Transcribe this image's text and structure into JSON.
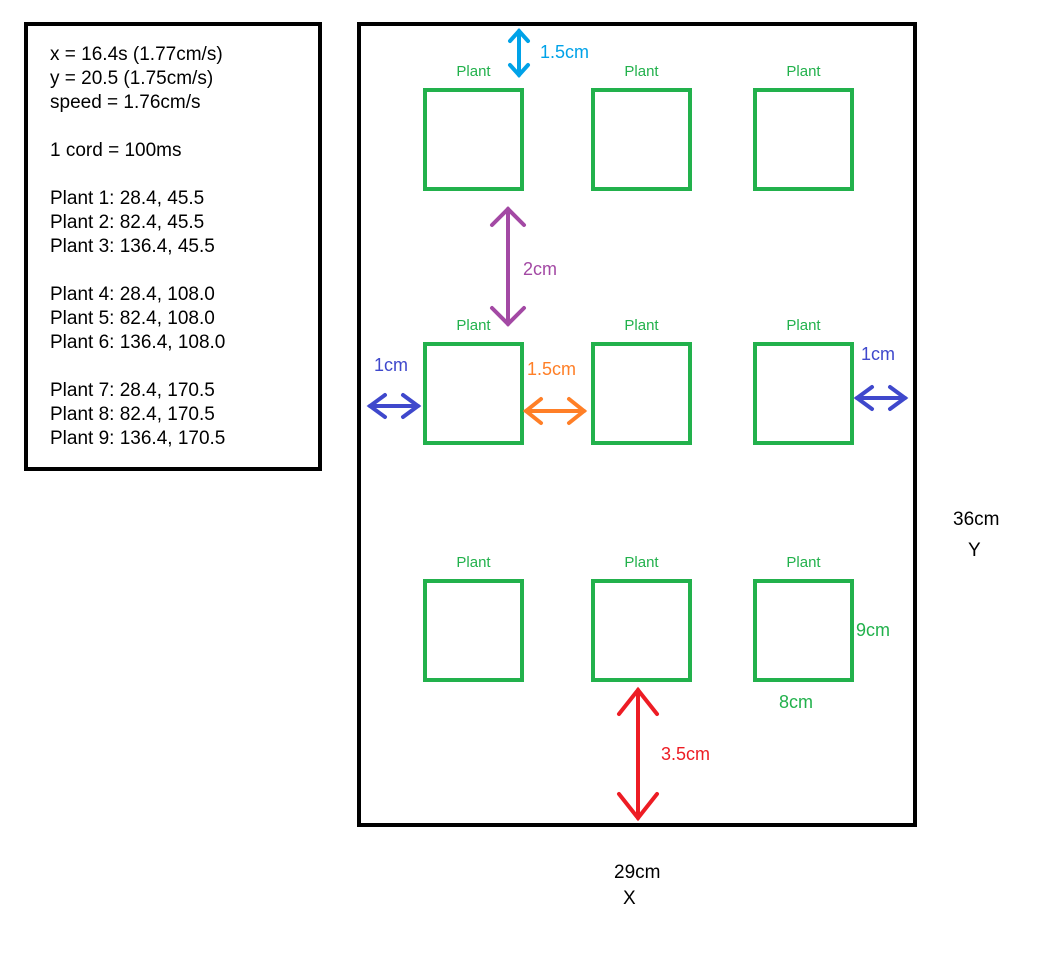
{
  "info": {
    "lines": [
      "x = 16.4s (1.77cm/s)",
      "y = 20.5 (1.75cm/s)",
      "speed = 1.76cm/s",
      "",
      "1 cord = 100ms",
      "",
      "Plant 1: 28.4, 45.5",
      "Plant 2: 82.4, 45.5",
      "Plant 3: 136.4, 45.5",
      "",
      "Plant 4: 28.4, 108.0",
      "Plant 5: 82.4, 108.0",
      "Plant 6: 136.4, 108.0",
      "",
      "Plant 7: 28.4, 170.5",
      "Plant 8: 82.4, 170.5",
      "Plant 9: 136.4, 170.5"
    ]
  },
  "plants": {
    "label": "Plant",
    "width_label": "8cm",
    "height_label": "9cm",
    "count": 9
  },
  "dimensions": {
    "top_margin": "1.5cm",
    "row_gap": "2cm",
    "left_margin": "1cm",
    "column_gap": "1.5cm",
    "right_margin": "1cm",
    "bottom_margin": "3.5cm"
  },
  "axes": {
    "y_length": "36cm",
    "y_name": "Y",
    "x_length": "29cm",
    "x_name": "X"
  },
  "colors": {
    "plant": "#22b14c",
    "top_margin": "#00a2e8",
    "row_gap": "#a349a4",
    "side_margin": "#3f48cc",
    "column_gap": "#ff7f27",
    "bottom_margin": "#ed1c24",
    "border": "#000000"
  }
}
